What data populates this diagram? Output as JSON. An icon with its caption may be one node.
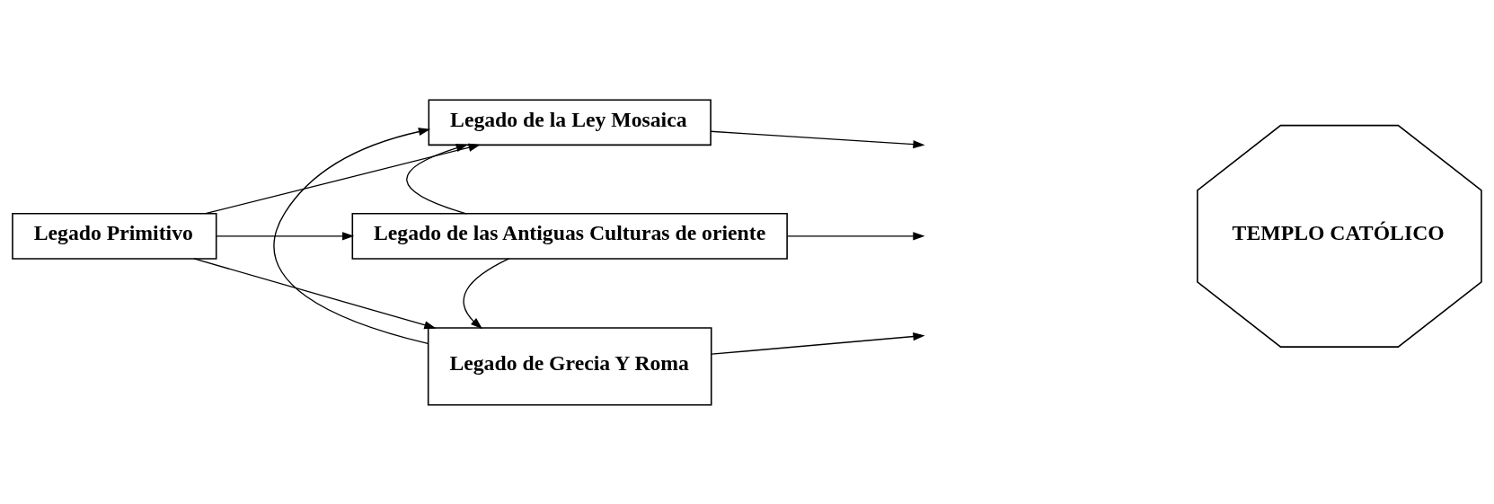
{
  "diagram": {
    "nodes": [
      {
        "text": [
          "Legado Primitivo"
        ]
      },
      {
        "text": [
          "Legado de la Ley Mosaica"
        ]
      },
      {
        "text": [
          "Legado de las Antiguas Culturas de oriente"
        ]
      },
      {
        "text": [
          "Legado de Grecia Y Roma"
        ]
      },
      {
        "text": [
          "TEMPLO CATÓLICO"
        ]
      }
    ],
    "edges": [
      {
        "from": 0,
        "to": 1,
        "arrow": "to"
      },
      {
        "from": 0,
        "to": 2,
        "arrow": "to"
      },
      {
        "from": 0,
        "to": 3,
        "arrow": "to"
      },
      {
        "from": 2,
        "to": 1,
        "arrow": "to"
      },
      {
        "from": 2,
        "to": 3,
        "arrow": "to"
      },
      {
        "from": 3,
        "to": 1,
        "arrow": "to"
      },
      {
        "from": 1,
        "to": null,
        "arrow": "to"
      },
      {
        "from": 2,
        "to": null,
        "arrow": "to"
      },
      {
        "from": 3,
        "to": null,
        "arrow": "to"
      }
    ]
  }
}
